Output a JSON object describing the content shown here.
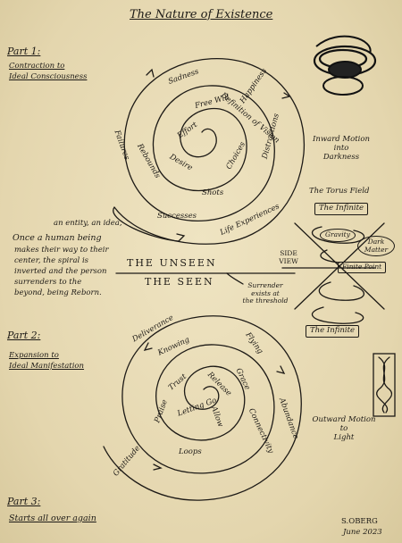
{
  "title": "The Nature of Existence",
  "part1": {
    "heading": "Part 1:",
    "subtitle_line1": "Contraction to",
    "subtitle_line2": "Ideal Consciousness"
  },
  "part2": {
    "heading": "Part 2:",
    "subtitle_line1": "Expansion to",
    "subtitle_line2": "Ideal Manifestation"
  },
  "part3": {
    "heading": "Part 3:",
    "subtitle": "Starts all over again"
  },
  "upper_spiral_words": [
    "Failures",
    "Sadness",
    "Free Will",
    "Happiness",
    "Distractions",
    "Rebounds",
    "Definition of Vision",
    "Effort",
    "Desire",
    "Choices",
    "Shots",
    "Successes",
    "Life Experiences"
  ],
  "lower_spiral_words": [
    "Deliverance",
    "Knowing",
    "Flying",
    "Grace",
    "Trust",
    "Release",
    "Letting Go",
    "Allow",
    "Praise",
    "Loops",
    "Gratitude",
    "Abundance",
    "Connectivity"
  ],
  "inward": {
    "line1": "Inward Motion",
    "line2": "into",
    "line3": "Darkness"
  },
  "outward": {
    "line1": "Outward Motion",
    "line2": "to",
    "line3": "Light"
  },
  "torus": {
    "label": "The Torus Field",
    "top": "The Infinite",
    "gravity": "Gravity",
    "dark_matter_1": "Dark",
    "dark_matter_2": "Matter",
    "finite_point": "Finite Point",
    "side_view_1": "SIDE",
    "side_view_2": "VIEW",
    "bottom": "The Infinite"
  },
  "human_note": {
    "aside": "an entity, an idea,",
    "line1": "Once a human being",
    "line2": "makes their way to their",
    "line3": "center, the spiral is",
    "line4": "inverted and the person",
    "line5": "surrenders to the",
    "line6": "beyond, being Reborn."
  },
  "unseen": "THE UNSEEN",
  "seen": "THE SEEN",
  "surrender": {
    "line1": "Surrender",
    "line2": "exists at",
    "line3": "the threshold"
  },
  "signature": {
    "name": "S.OBERG",
    "date": "June 2023"
  }
}
